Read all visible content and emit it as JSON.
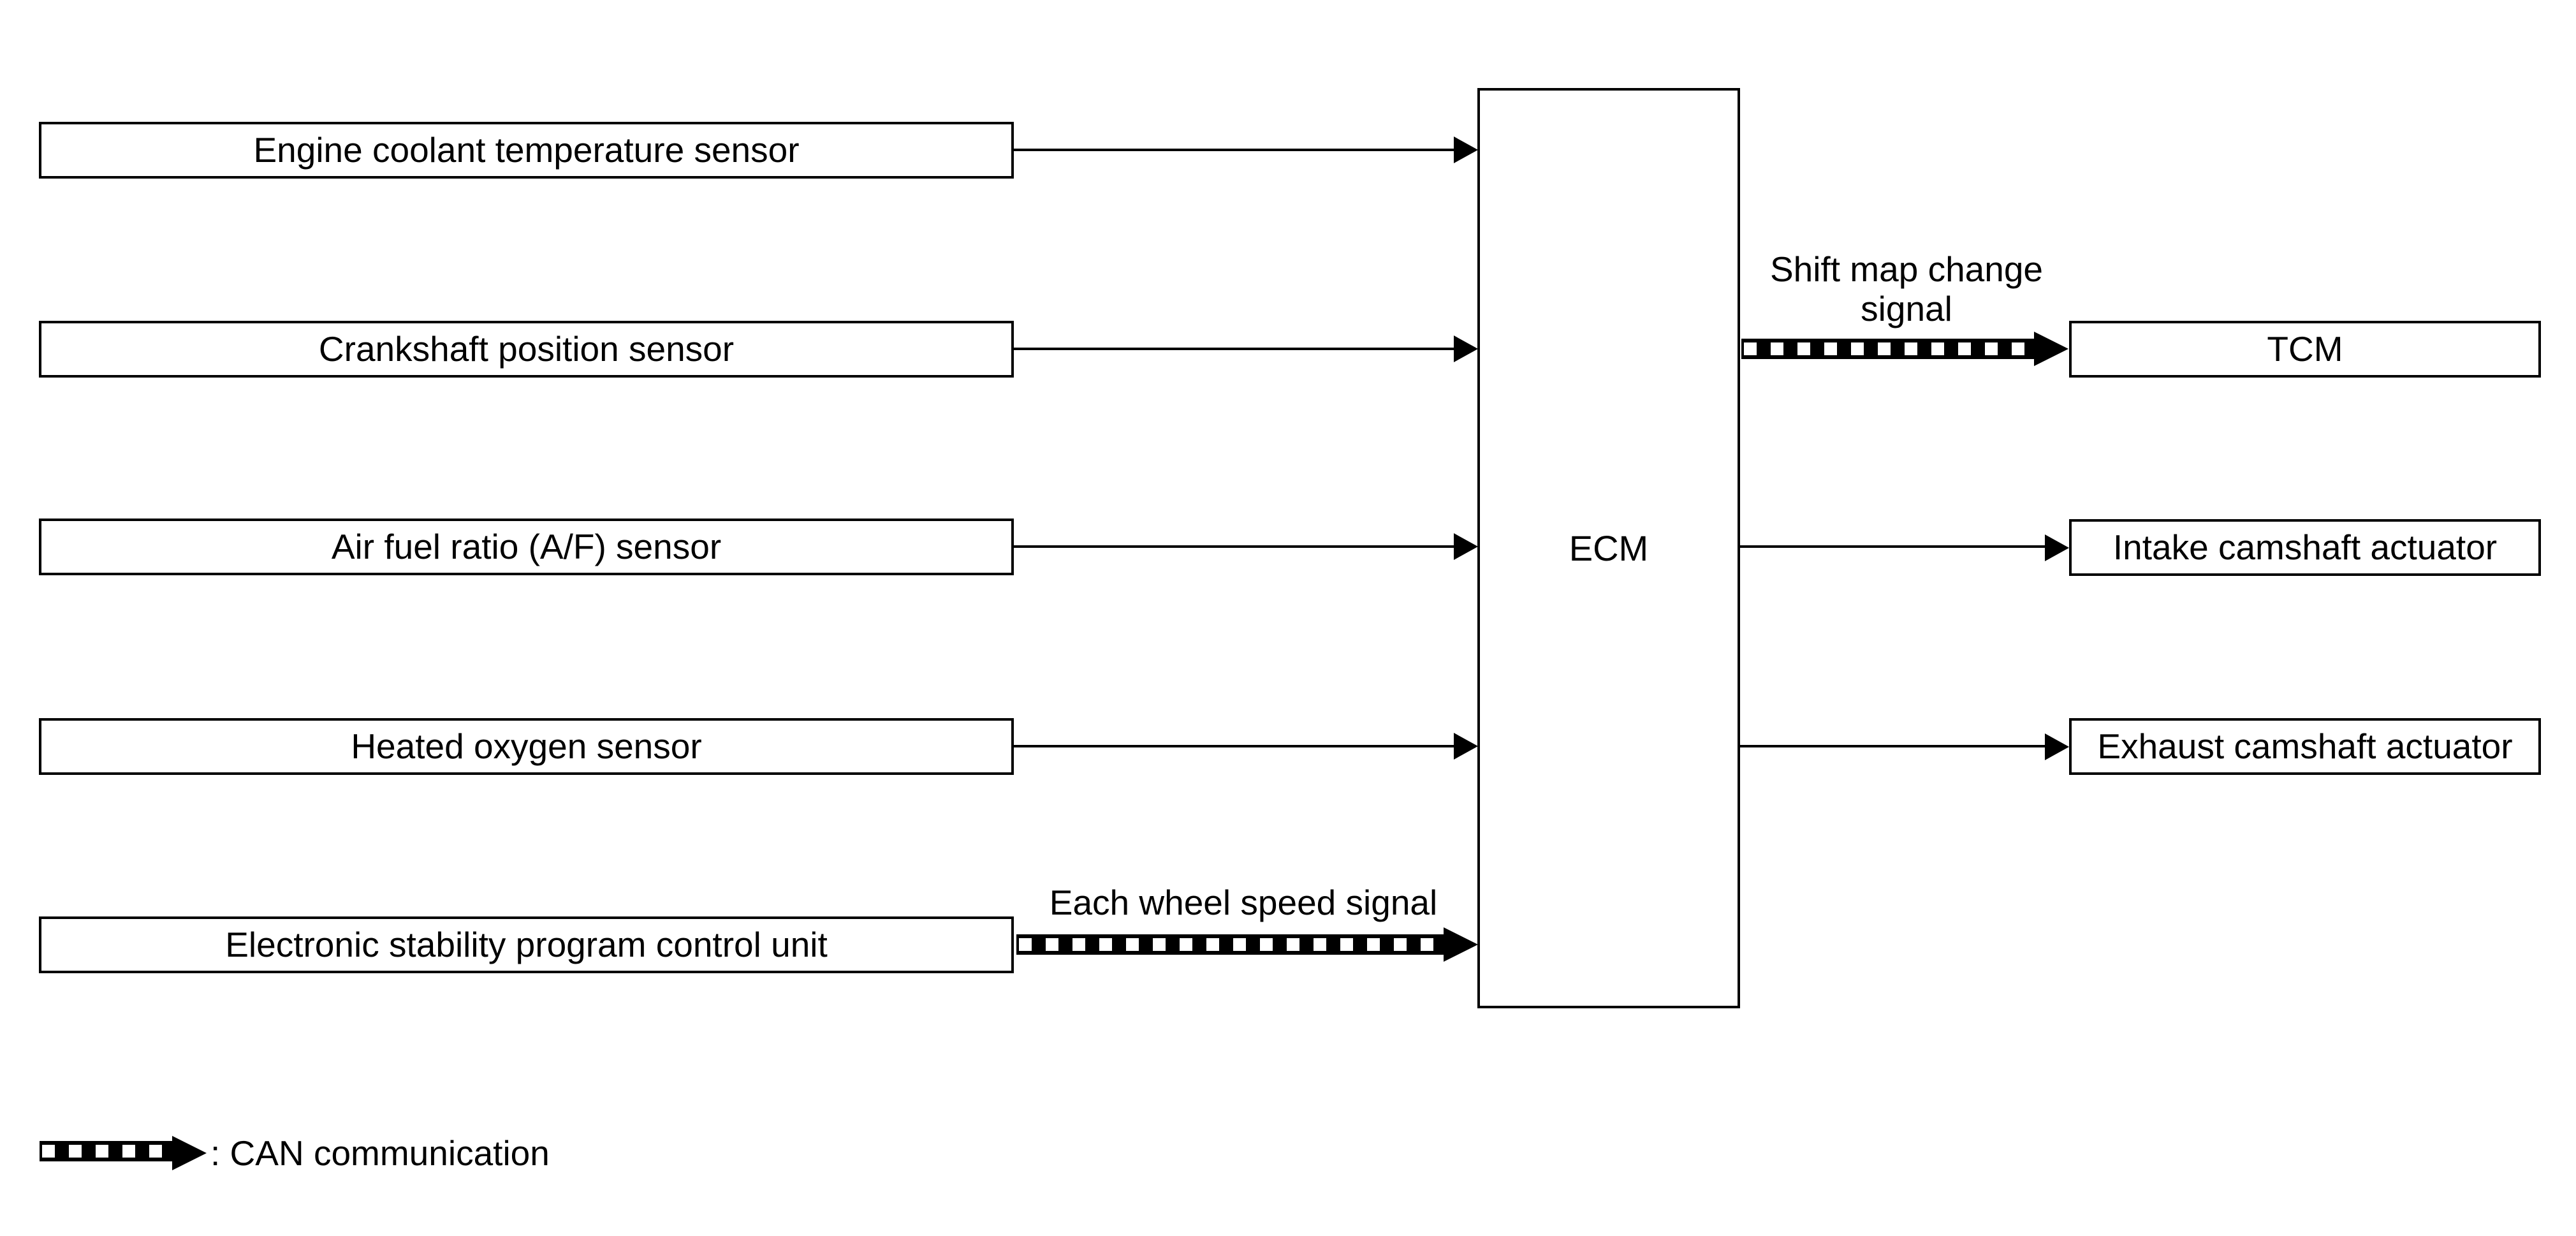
{
  "diagram": {
    "title_hint": "ECM input/output block diagram",
    "colors": {
      "line": "#000000",
      "background": "#ffffff"
    },
    "inputs": [
      {
        "label": "Engine coolant temperature sensor",
        "link": "solid"
      },
      {
        "label": "Crankshaft position sensor",
        "link": "solid"
      },
      {
        "label": "Air fuel ratio (A/F) sensor",
        "link": "solid"
      },
      {
        "label": "Heated oxygen sensor",
        "link": "solid"
      },
      {
        "label": "Electronic stability program control unit",
        "link": "can",
        "signal": "Each wheel speed signal"
      }
    ],
    "center": {
      "label": "ECM"
    },
    "outputs": [
      {
        "label": "TCM",
        "link": "can",
        "signal": "Shift map change signal"
      },
      {
        "label": "Intake camshaft actuator",
        "link": "solid"
      },
      {
        "label": "Exhaust camshaft actuator",
        "link": "solid"
      }
    ],
    "legend": {
      "can_label": ": CAN communication"
    }
  }
}
